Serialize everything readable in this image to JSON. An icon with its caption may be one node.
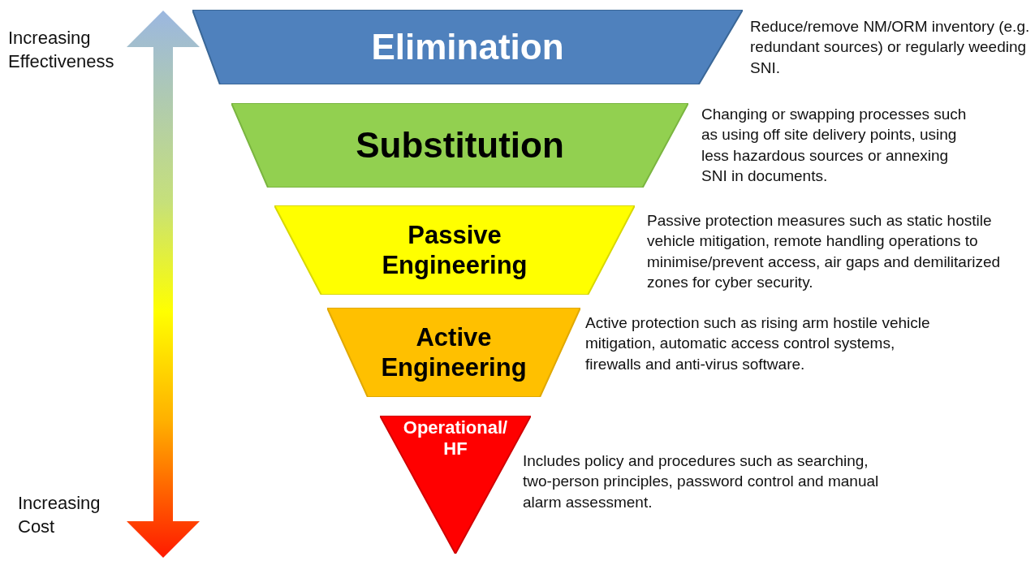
{
  "diagram": {
    "nodes": [
      {
        "text": [
          "Elimination"
        ],
        "beside": [
          "Reduce/remove NM/ORM inventory (e.g. redundant sources) or regularly weeding SNI."
        ]
      },
      {
        "text": [
          "Substitution"
        ],
        "beside": [
          "Changing or swapping processes such as using off site delivery points, using less hazardous sources or annexing SNI in documents."
        ]
      },
      {
        "text": [
          "Passive Engineering"
        ],
        "beside": [
          "Passive protection measures such as static hostile vehicle mitigation, remote handling operations to minimise/prevent access, air gaps and demilitarized zones for cyber security."
        ]
      },
      {
        "text": [
          "Active Engineering"
        ],
        "beside": [
          "Active protection such as rising arm hostile vehicle mitigation, automatic access control systems, firewalls and anti-virus software."
        ]
      },
      {
        "text": [
          "Operational/ HF"
        ],
        "beside": [
          "Includes policy and procedures such as searching, two-person principles, password control and manual alarm assessment."
        ]
      }
    ],
    "labels": [
      "Increasing Effectiveness",
      "Increasing Cost"
    ]
  }
}
